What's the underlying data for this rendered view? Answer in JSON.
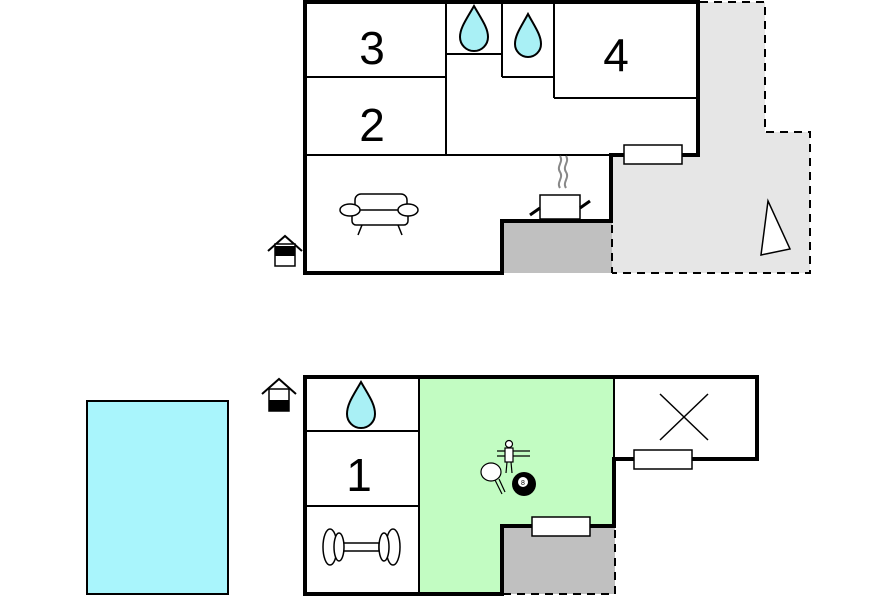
{
  "upper_floor": {
    "rooms": [
      {
        "number": "3"
      },
      {
        "number": "2"
      },
      {
        "number": "4"
      }
    ],
    "icons": [
      "bathroom-drop-icon",
      "bathroom-drop-icon",
      "sofa-icon",
      "kitchen-pot-icon",
      "radiator-icon",
      "entrance-house-icon",
      "tent-icon"
    ],
    "colors": {
      "terrace": "#e6e6e6",
      "covered_terrace": "#c0c0c0"
    }
  },
  "lower_floor": {
    "rooms": [
      {
        "number": "1"
      }
    ],
    "icons": [
      "bathroom-drop-icon",
      "dumbbell-icon",
      "table-football-icon",
      "table-tennis-icon",
      "billiard-8-ball-icon",
      "radiator-icon",
      "entrance-house-icon"
    ],
    "billiard_ball_label": "8",
    "colors": {
      "games_room": "#c2fcc2",
      "covered_terrace": "#c0c0c0"
    }
  },
  "pool": {
    "color": "#a9f5fc"
  }
}
